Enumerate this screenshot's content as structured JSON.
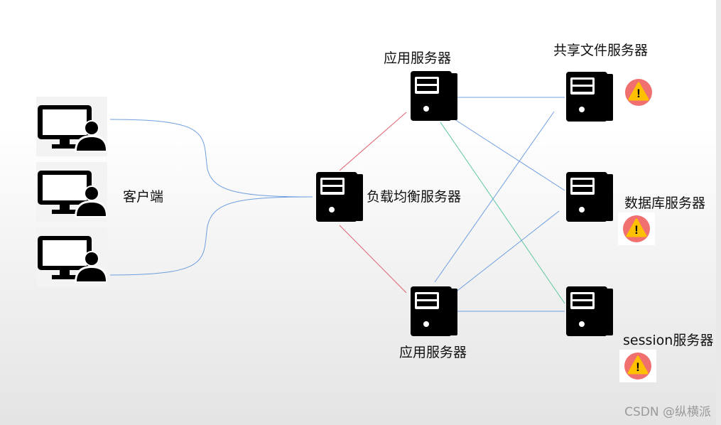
{
  "labels": {
    "client": "客户端",
    "load_balancer": "负载均衡服务器",
    "app_server_top": "应用服务器",
    "app_server_bottom": "应用服务器",
    "file_server": "共享文件服务器",
    "db_server": "数据库服务器",
    "session_server": "session服务器"
  },
  "warning_glyph": "!",
  "watermark": "CSDN @纵横派",
  "icons": {
    "client": "desktop-user-icon",
    "server": "server-tower-icon",
    "warning": "warning-icon"
  },
  "colors": {
    "link_blue": "#6f9fe0",
    "link_red": "#e06070",
    "link_green": "#5fc89a",
    "warning_circle": "#f07070",
    "warning_triangle": "#ffc000"
  }
}
